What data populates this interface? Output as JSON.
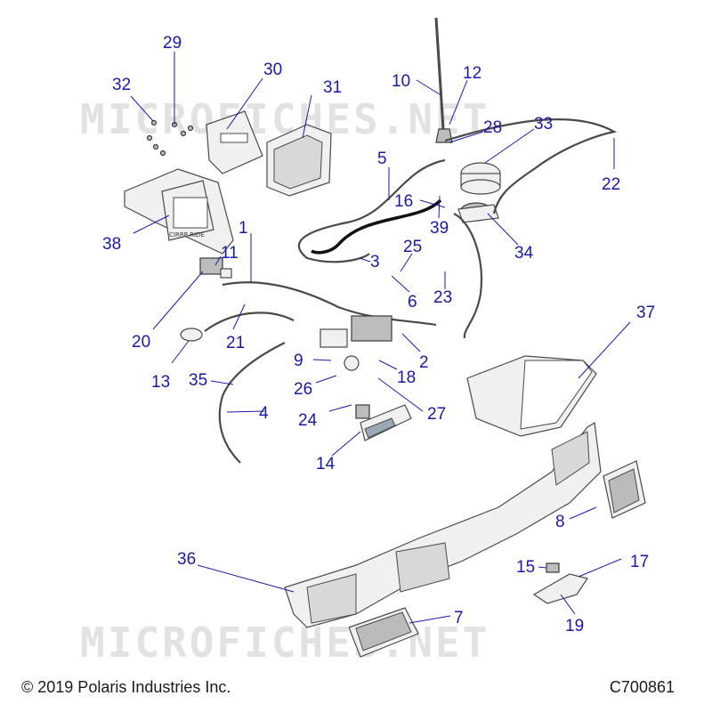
{
  "watermark": "MICROFICHES.NET",
  "footer": {
    "copyright": "© 2019 Polaris Industries Inc.",
    "code": "C700861"
  },
  "callouts": {
    "c1": "1",
    "c2": "2",
    "c3": "3",
    "c4": "4",
    "c5": "5",
    "c6": "6",
    "c7": "7",
    "c8": "8",
    "c9": "9",
    "c10": "10",
    "c11": "11",
    "c12": "12",
    "c13": "13",
    "c14": "14",
    "c15": "15",
    "c16": "16",
    "c17": "17",
    "c18": "18",
    "c19": "19",
    "c20": "20",
    "c21": "21",
    "c22": "22",
    "c23": "23",
    "c24": "24",
    "c25": "25",
    "c26": "26",
    "c27": "27",
    "c28": "28",
    "c29": "29",
    "c30": "30",
    "c31": "31",
    "c32": "32",
    "c33": "33",
    "c34": "34",
    "c35": "35",
    "c36": "36",
    "c37": "37",
    "c38": "38",
    "c39": "39"
  },
  "colors": {
    "callout": "#1a1aa6",
    "line": "#4a4a4a",
    "watermark": "#e2e2e2"
  }
}
